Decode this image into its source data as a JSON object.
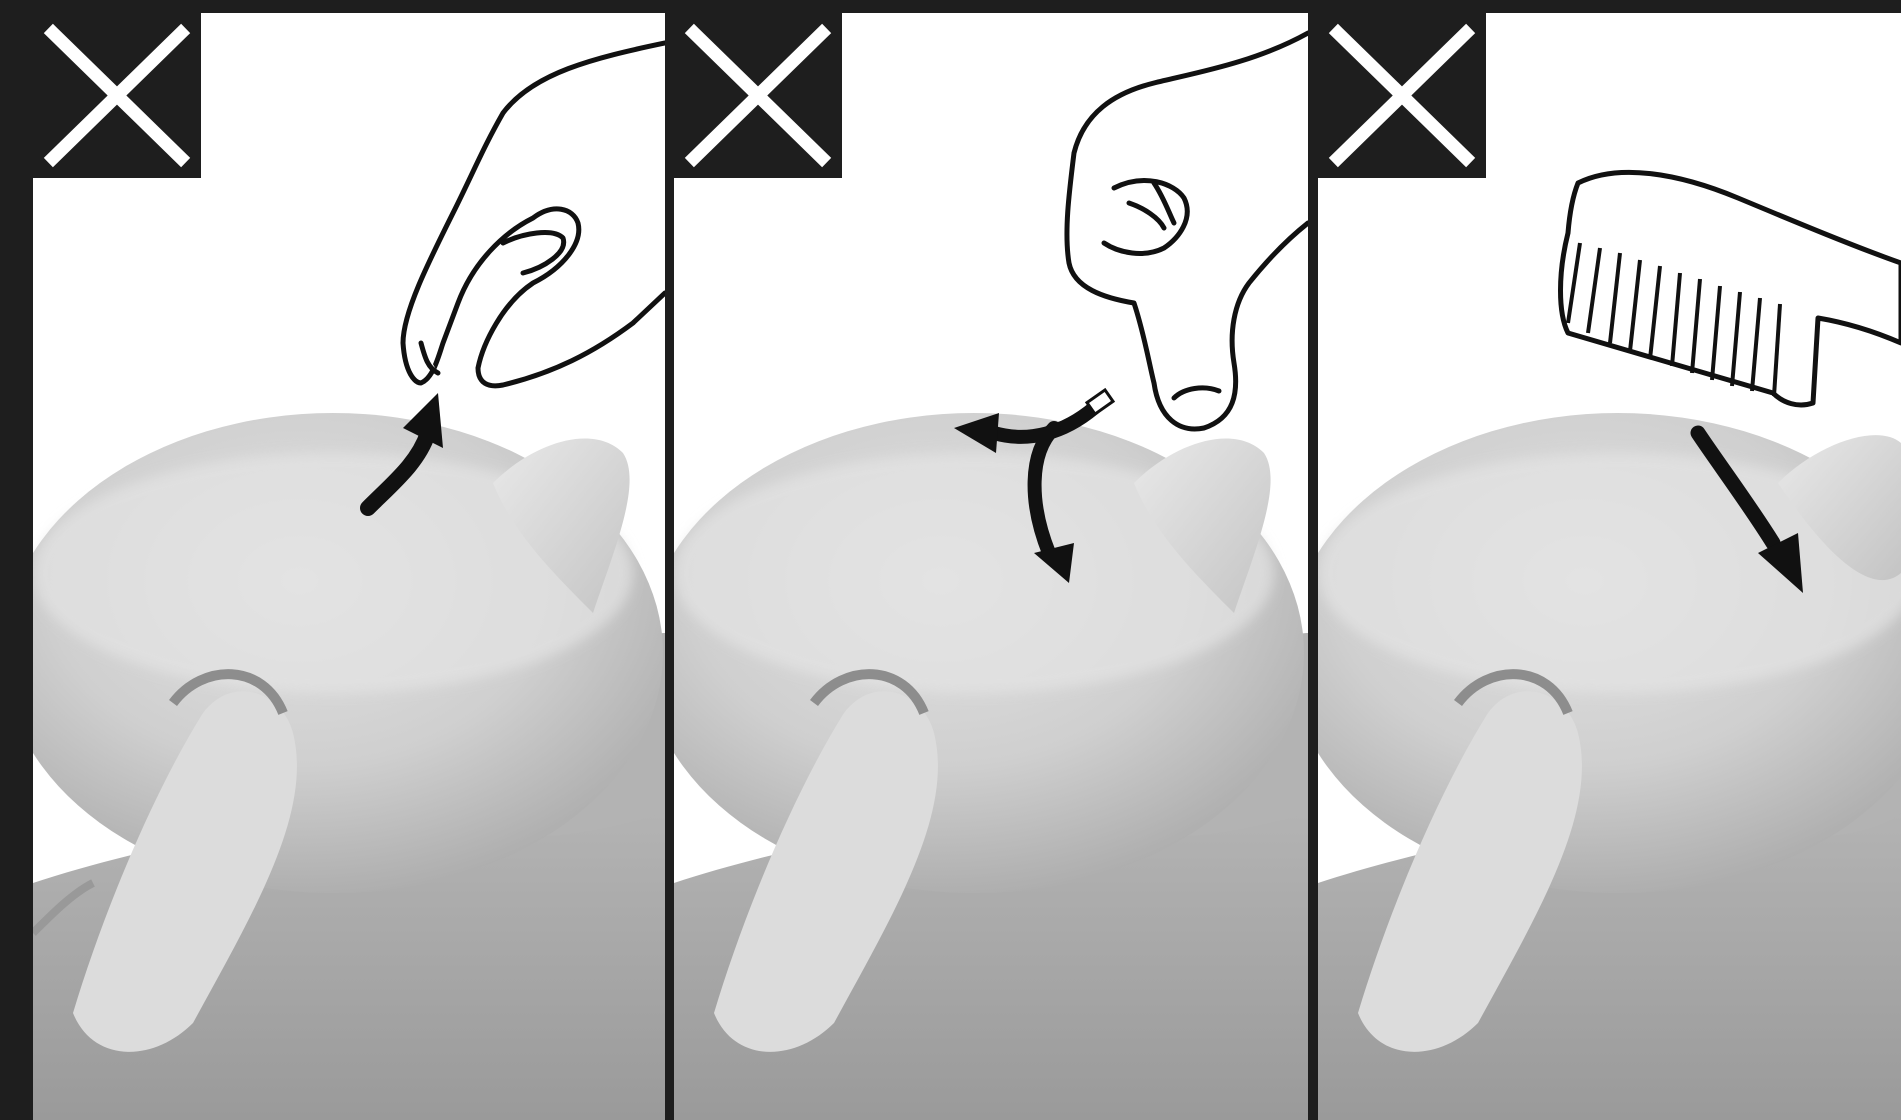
{
  "page": {
    "background_color": "#1e1e1e",
    "panel_color": "#ffffff"
  },
  "panels": [
    {
      "badge_icon": "cross-icon",
      "gesture_icon": "pinch-hand-icon",
      "motion_icon": "curved-arrow-up-icon",
      "subject": "baby-head-photo"
    },
    {
      "badge_icon": "cross-icon",
      "gesture_icon": "pull-hand-icon",
      "motion_icon": "split-arrow-icon",
      "subject": "baby-head-photo"
    },
    {
      "badge_icon": "cross-icon",
      "gesture_icon": "comb-icon",
      "motion_icon": "arrow-down-icon",
      "subject": "baby-head-photo"
    }
  ]
}
